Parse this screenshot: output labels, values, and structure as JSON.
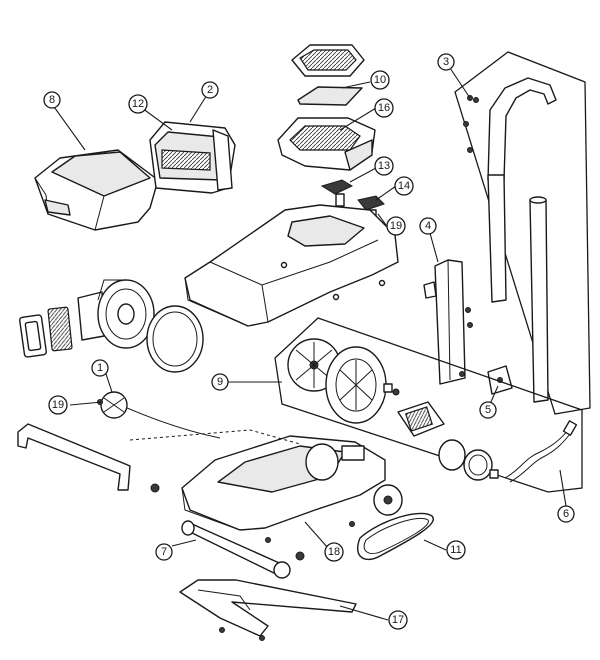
{
  "callouts": [
    {
      "id": "c1",
      "label": "1"
    },
    {
      "id": "c2",
      "label": "2"
    },
    {
      "id": "c3",
      "label": "3"
    },
    {
      "id": "c4",
      "label": "4"
    },
    {
      "id": "c5",
      "label": "5"
    },
    {
      "id": "c6",
      "label": "6"
    },
    {
      "id": "c7",
      "label": "7"
    },
    {
      "id": "c8",
      "label": "8"
    },
    {
      "id": "c9",
      "label": "9"
    },
    {
      "id": "c10",
      "label": "10"
    },
    {
      "id": "c12",
      "label": "12"
    },
    {
      "id": "c13",
      "label": "13"
    },
    {
      "id": "c14",
      "label": "14"
    },
    {
      "id": "c16",
      "label": "16"
    },
    {
      "id": "c17",
      "label": "17"
    },
    {
      "id": "c18",
      "label": "18"
    },
    {
      "id": "c19a",
      "label": "19"
    },
    {
      "id": "c19b",
      "label": "19"
    }
  ]
}
